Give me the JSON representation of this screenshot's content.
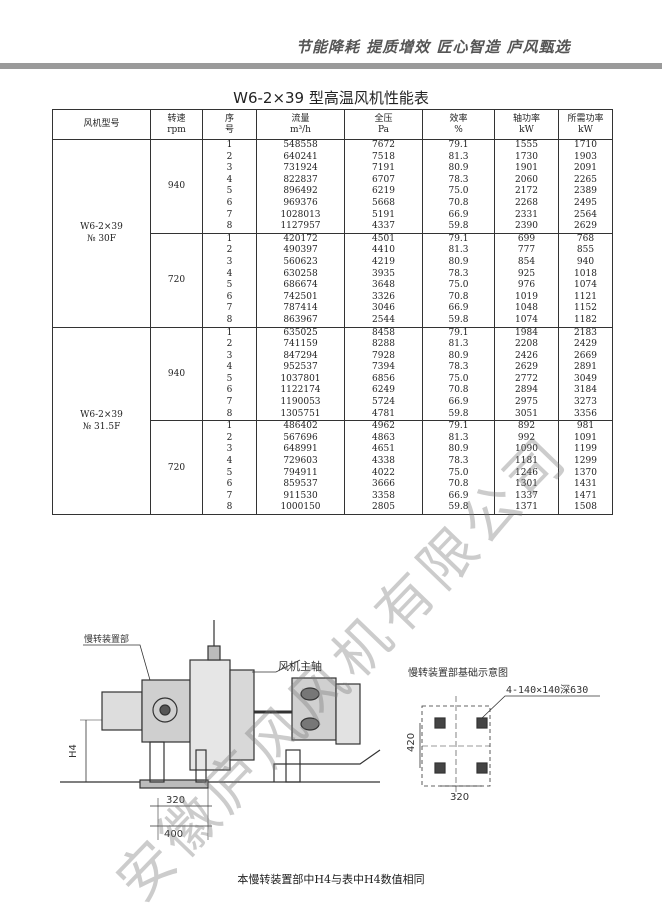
{
  "header": {
    "slogan": "节能降耗 提质增效 匠心智造 庐风甄选"
  },
  "title": "W6-2×39 型高温风机性能表",
  "table": {
    "headers": [
      "风机型号\n ",
      "转速\nrpm",
      "序\n号",
      "流量\nm³/h",
      "全压\nPa",
      "效率\n%",
      "轴功率\nkW",
      "所需功率\nkW"
    ],
    "groups": [
      {
        "model": "W6-2×39\n№ 30F",
        "speeds": [
          {
            "rpm": "940",
            "seq": "1\n2\n3\n4\n5\n6\n7\n8",
            "flow": "548558\n640241\n731924\n822837\n896492\n969376\n1028013\n1127957",
            "pressure": "7672\n7518\n7191\n6707\n6219\n5668\n5191\n4337",
            "efficiency": "79.1\n81.3\n80.9\n78.3\n75.0\n70.8\n66.9\n59.8",
            "shaft_power": "1555\n1730\n1901\n2060\n2172\n2268\n2331\n2390",
            "required_power": "1710\n1903\n2091\n2265\n2389\n2495\n2564\n2629"
          },
          {
            "rpm": "720",
            "seq": "1\n2\n3\n4\n5\n6\n7\n8",
            "flow": "420172\n490397\n560623\n630258\n686674\n742501\n787414\n863967",
            "pressure": "4501\n4410\n4219\n3935\n3648\n3326\n3046\n2544",
            "efficiency": "79.1\n81.3\n80.9\n78.3\n75.0\n70.8\n66.9\n59.8",
            "shaft_power": "699\n777\n854\n925\n976\n1019\n1048\n1074",
            "required_power": "768\n855\n940\n1018\n1074\n1121\n1152\n1182"
          }
        ]
      },
      {
        "model": "W6-2×39\n№ 31.5F",
        "speeds": [
          {
            "rpm": "940",
            "seq": "1\n2\n3\n4\n5\n6\n7\n8",
            "flow": "635025\n741159\n847294\n952537\n1037801\n1122174\n1190053\n1305751",
            "pressure": "8458\n8288\n7928\n7394\n6856\n6249\n5724\n4781",
            "efficiency": "79.1\n81.3\n80.9\n78.3\n75.0\n70.8\n66.9\n59.8",
            "shaft_power": "1984\n2208\n2426\n2629\n2772\n2894\n2975\n3051",
            "required_power": "2183\n2429\n2669\n2891\n3049\n3184\n3273\n3356"
          },
          {
            "rpm": "720",
            "seq": "1\n2\n3\n4\n5\n6\n7\n8",
            "flow": "486402\n567696\n648991\n729603\n794911\n859537\n911530\n1000150",
            "pressure": "4962\n4863\n4651\n4338\n4022\n3666\n3358\n2805",
            "efficiency": "79.1\n81.3\n80.9\n78.3\n75.0\n70.8\n66.9\n59.8",
            "shaft_power": "892\n992\n1090\n1181\n1246\n1301\n1337\n1371",
            "required_power": "981\n1091\n1199\n1299\n1370\n1431\n1471\n1508"
          }
        ]
      }
    ]
  },
  "watermark": "安徽庐风风机有限公司",
  "drawing": {
    "left_label": "慢转装置部",
    "shaft_label": "风机主轴",
    "foundation_title": "慢转装置部基础示意图",
    "hole_spec": "4-140×140深630",
    "dim_h4": "H4",
    "dim_320_left": "320",
    "dim_400": "400",
    "dim_420": "420",
    "dim_320_right": "320"
  },
  "caption": "本慢转装置部中H4与表中H4数值相同"
}
